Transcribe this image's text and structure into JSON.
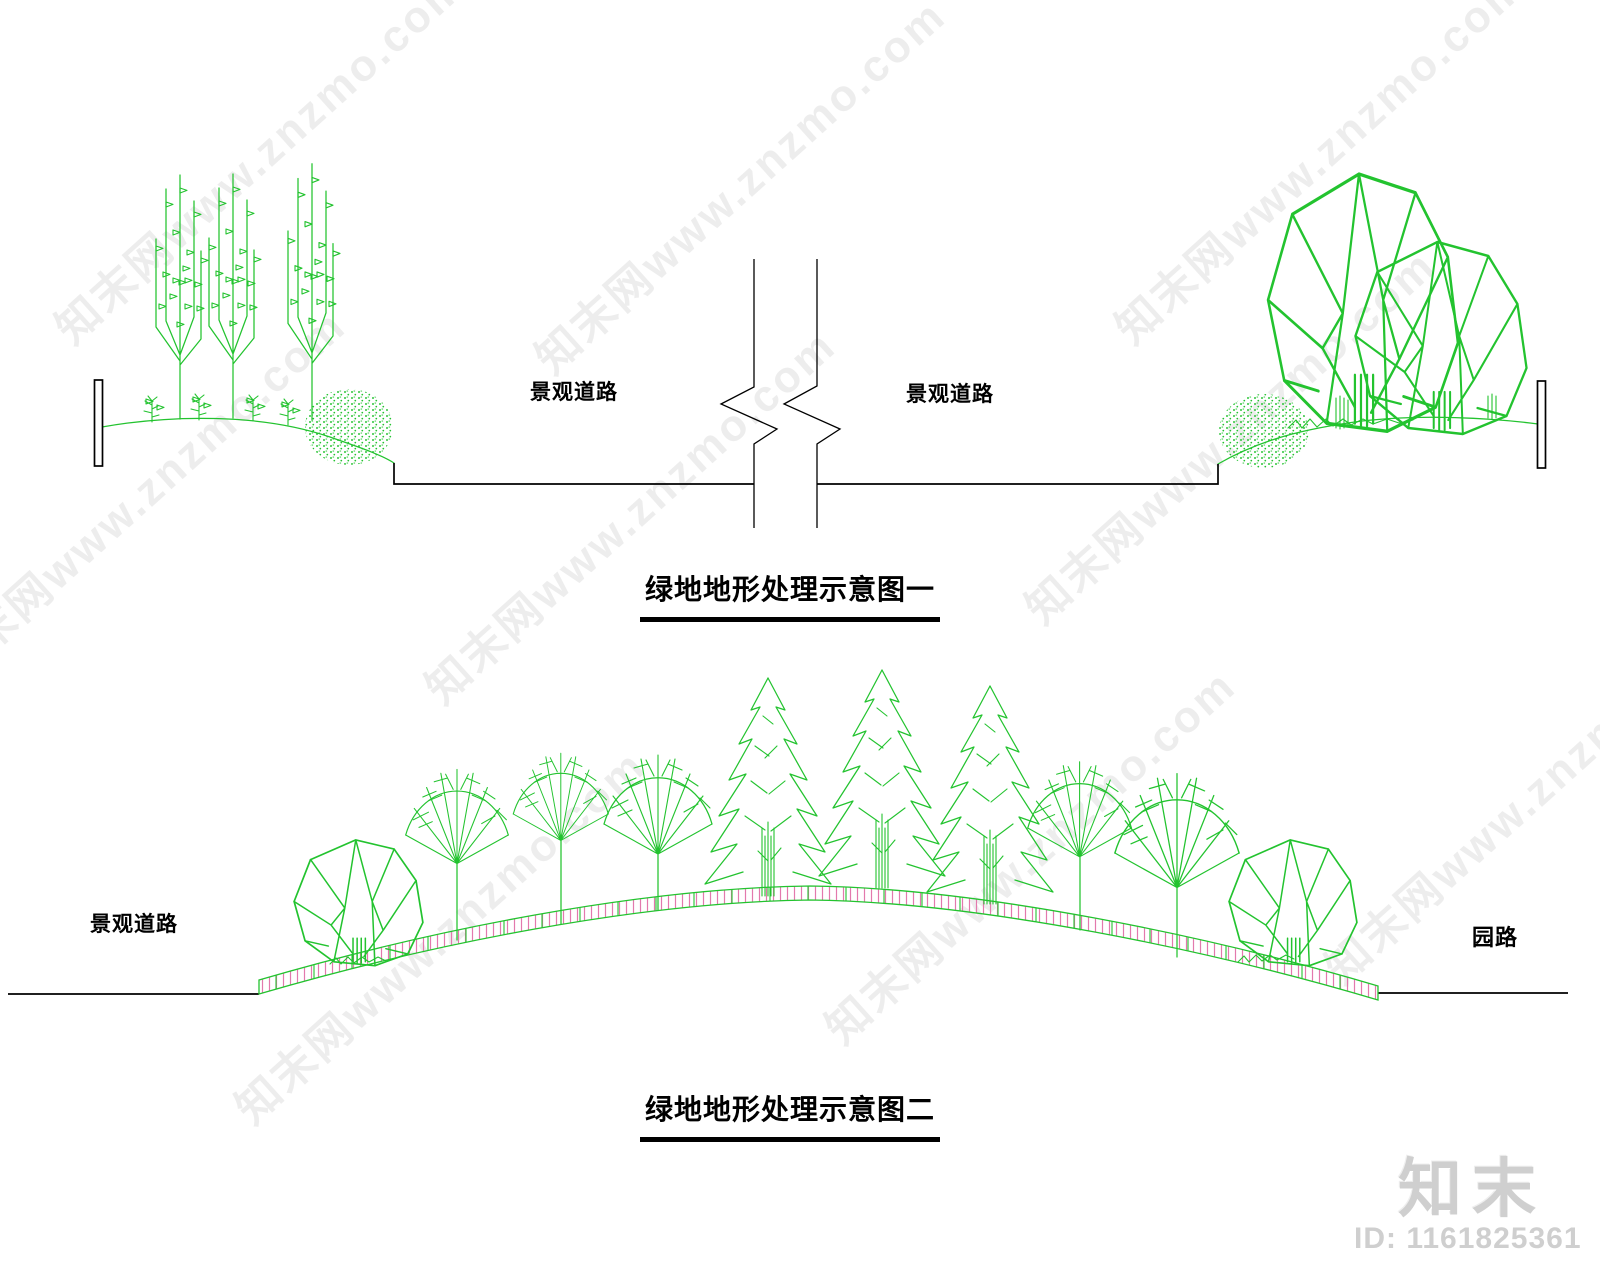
{
  "colors": {
    "green": "#23c32f",
    "pink": "#e379ad",
    "ink": "#000000",
    "logo_gray": "#cfcfcf"
  },
  "watermark": {
    "text": "知末网www.znzmo.com",
    "logo": "知末",
    "id_text": "ID: 1161825361"
  },
  "diagram1": {
    "title": "绿地地形处理示意图一",
    "label_road_left": "景观道路",
    "label_road_right": "景观道路"
  },
  "diagram2": {
    "title": "绿地地形处理示意图二",
    "label_road_left": "景观道路",
    "label_path_right": "园路"
  }
}
